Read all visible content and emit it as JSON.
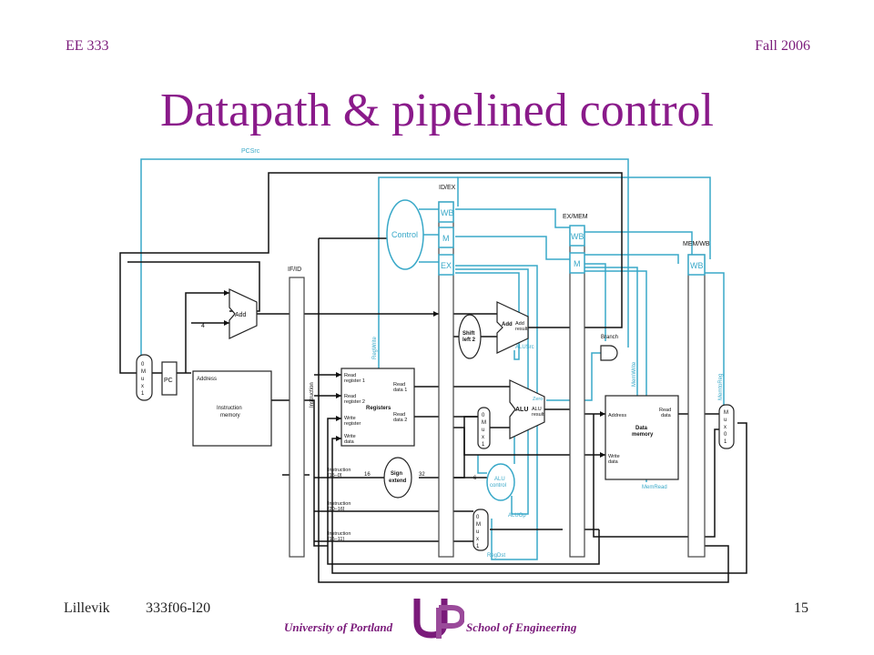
{
  "header": {
    "course": "EE 333",
    "term": "Fall 2006"
  },
  "title": "Datapath & pipelined control",
  "diagram": {
    "pipe_regs": {
      "ifid": "IF/ID",
      "idex": "ID/EX",
      "exmem": "EX/MEM",
      "memwb": "MEM/WB"
    },
    "stage_fields": {
      "wb": "WB",
      "m": "M",
      "ex": "EX"
    },
    "control_signals": {
      "pcsrc": "PCSrc",
      "regwrite": "RegWrite",
      "alusrc": "ALUSrc",
      "branch": "Branch",
      "memwrite": "MemWrite",
      "memtoreg": "MemtoReg",
      "memread": "MemRead",
      "aluop": "ALUOp",
      "regdst": "RegDst"
    },
    "units": {
      "control": "Control",
      "add": "Add",
      "pc": "PC",
      "address": "Address",
      "instr_mem_1": "Instruction",
      "instr_mem_2": "memory",
      "instruction_bus": "Instruction",
      "read_reg1_a": "Read",
      "read_reg1_b": "register 1",
      "read_reg2_a": "Read",
      "read_reg2_b": "register 2",
      "write_reg_a": "Write",
      "write_reg_b": "register",
      "write_data_a": "Write",
      "write_data_b": "data",
      "read_data1_a": "Read",
      "read_data1_b": "data 1",
      "read_data2_a": "Read",
      "read_data2_b": "data 2",
      "registers": "Registers",
      "shift_a": "Shift",
      "shift_b": "left 2",
      "add_result_a": "Add",
      "add_result_b": "Add",
      "add_result_c": "result",
      "alu": "ALU",
      "zero": "Zero",
      "alu_result_a": "ALU",
      "alu_result_b": "result",
      "sign_a": "Sign",
      "sign_b": "extend",
      "aluctl_a": "ALU",
      "aluctl_b": "control",
      "dm_address": "Address",
      "dm_read_a": "Read",
      "dm_read_b": "data",
      "dm_name_a": "Data",
      "dm_name_b": "memory",
      "dm_write_a": "Write",
      "dm_write_b": "data"
    },
    "mux_chars": [
      "0",
      "M",
      "u",
      "x",
      "1"
    ],
    "numbers": {
      "four": "4",
      "sixteen": "16",
      "thirtytwo": "32",
      "six": "6"
    },
    "fields": {
      "f1a": "Instruction",
      "f1b": "[15–0]",
      "f2a": "Instruction",
      "f2b": "[20–16]",
      "f3a": "Instruction",
      "f3b": "[15–11]"
    }
  },
  "footer": {
    "author": "Lillevik",
    "course_code": "333f06-l20",
    "page": "15",
    "uni_left": "University of Portland",
    "uni_right": "School of Engineering"
  },
  "colors": {
    "accent": "#8a1a8a",
    "control_lines": "#38a8c8",
    "data_lines": "#111111"
  }
}
